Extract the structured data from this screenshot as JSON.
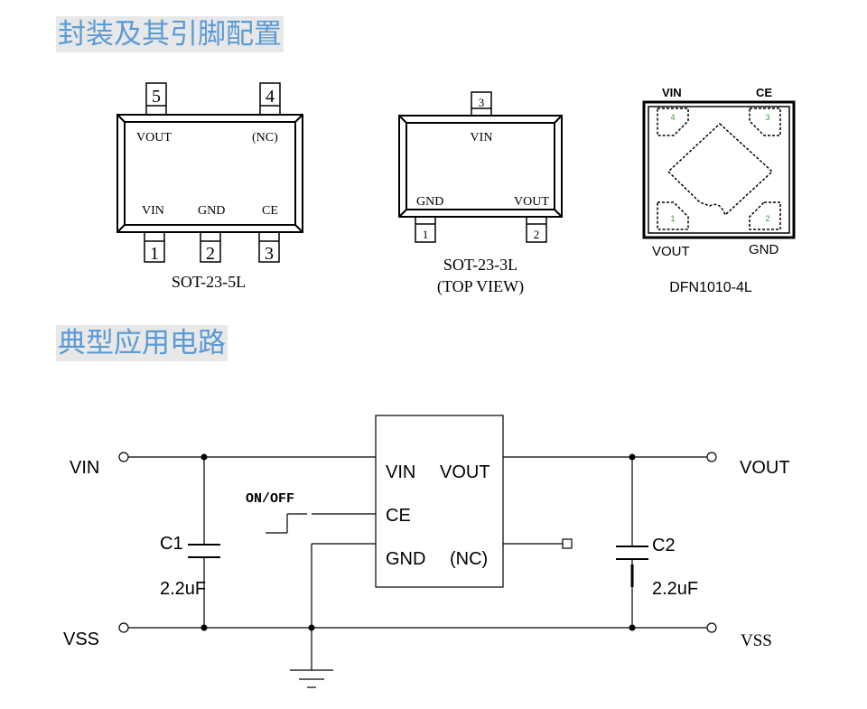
{
  "headings": {
    "package": "封装及其引脚配置",
    "circuit": "典型应用电路"
  },
  "sot23_5l": {
    "name": "SOT-23-5L",
    "pin_numbers": [
      "1",
      "2",
      "3",
      "4",
      "5"
    ],
    "pin_labels": {
      "vout": "VOUT",
      "nc": "(NC)",
      "vin": "VIN",
      "gnd": "GND",
      "ce": "CE"
    }
  },
  "sot23_3l": {
    "name": "SOT-23-3L",
    "subtitle": "(TOP VIEW)",
    "pin_numbers": [
      "1",
      "2",
      "3"
    ],
    "pin_labels": {
      "vin": "VIN",
      "gnd": "GND",
      "vout": "VOUT"
    }
  },
  "dfn1010": {
    "name": "DFN1010-4L",
    "pin_numbers": [
      "1",
      "2",
      "3",
      "4"
    ],
    "pin_labels": {
      "vin": "VIN",
      "ce": "CE",
      "vout": "VOUT",
      "gnd": "GND"
    },
    "pad_color": "#3a9a3a"
  },
  "circuit": {
    "vin": "VIN",
    "vss_left": "VSS",
    "vout": "VOUT",
    "vss_right": "VSS",
    "onoff": "ON/OFF",
    "c1": "C1",
    "c1_value": "2.2uF",
    "c2": "C2",
    "c2_value": "2.2uF",
    "ic_pins": {
      "vin": "VIN",
      "vout": "VOUT",
      "ce": "CE",
      "gnd": "GND",
      "nc": "(NC)"
    }
  },
  "colors": {
    "heading_text": "#5b9bd5",
    "heading_bg": "#e8e8e8",
    "line": "#000000"
  }
}
